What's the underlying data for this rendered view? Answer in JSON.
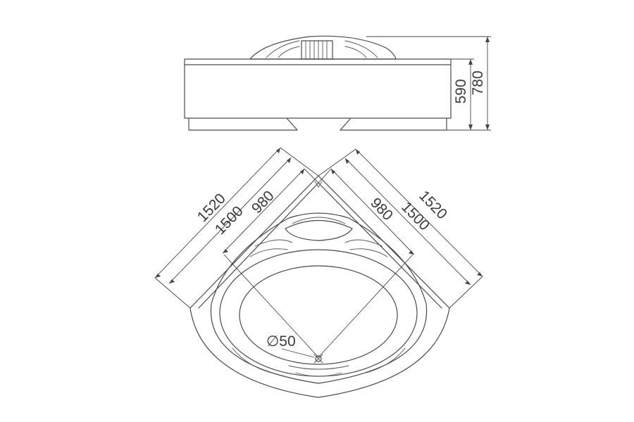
{
  "elevation": {
    "dim_inner": "590",
    "dim_outer": "780"
  },
  "plan": {
    "left_outer": "1520",
    "left_mid": "1500",
    "left_inner": "980",
    "right_inner": "980",
    "right_mid": "1500",
    "right_outer": "1520",
    "drain_symbol": "∅",
    "drain_size": "50"
  },
  "colors": {
    "line": "#4a4a4a",
    "text": "#3a3a3a",
    "background": "#ffffff"
  }
}
